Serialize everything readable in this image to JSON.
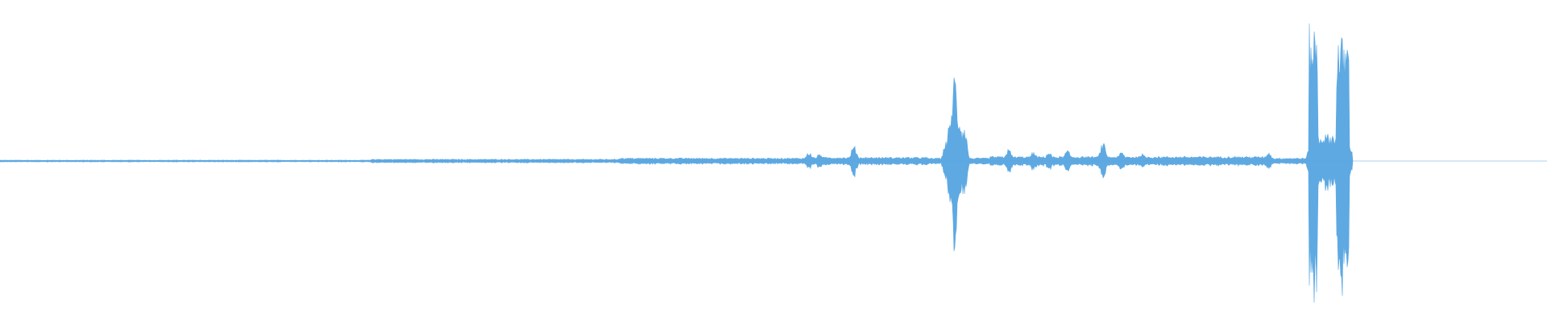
{
  "waveform": {
    "color": "#5ea9e2",
    "background": "#ffffff",
    "segments": [
      {
        "start": 0.0,
        "end": 0.24,
        "amp": 0.006
      },
      {
        "start": 0.24,
        "end": 0.4,
        "amp": 0.012
      },
      {
        "start": 0.4,
        "end": 0.52,
        "amp": 0.02
      },
      {
        "start": 0.52,
        "end": 0.6,
        "amp": 0.025
      },
      {
        "start": 0.6,
        "end": 0.64,
        "amp": 0.02
      },
      {
        "start": 0.64,
        "end": 0.7,
        "amp": 0.03
      },
      {
        "start": 0.7,
        "end": 0.82,
        "amp": 0.03
      },
      {
        "start": 0.82,
        "end": 0.846,
        "amp": 0.02
      },
      {
        "start": 0.846,
        "end": 0.852,
        "amp": 0.9
      },
      {
        "start": 0.852,
        "end": 0.864,
        "amp": 0.18
      },
      {
        "start": 0.864,
        "end": 0.872,
        "amp": 0.82
      },
      {
        "start": 0.872,
        "end": 0.874,
        "amp": 0.1
      }
    ],
    "bursts": [
      {
        "pos": 0.523,
        "amp": 0.06
      },
      {
        "pos": 0.53,
        "amp": 0.05
      },
      {
        "pos": 0.552,
        "amp": 0.1
      },
      {
        "pos": 0.612,
        "amp": 0.15
      },
      {
        "pos": 0.614,
        "amp": 0.25
      },
      {
        "pos": 0.617,
        "amp": 0.6
      },
      {
        "pos": 0.62,
        "amp": 0.32
      },
      {
        "pos": 0.623,
        "amp": 0.25
      },
      {
        "pos": 0.652,
        "amp": 0.08
      },
      {
        "pos": 0.668,
        "amp": 0.06
      },
      {
        "pos": 0.678,
        "amp": 0.06
      },
      {
        "pos": 0.69,
        "amp": 0.07
      },
      {
        "pos": 0.713,
        "amp": 0.12
      },
      {
        "pos": 0.725,
        "amp": 0.06
      },
      {
        "pos": 0.738,
        "amp": 0.05
      },
      {
        "pos": 0.82,
        "amp": 0.06
      },
      {
        "pos": 0.848,
        "amp": 0.2
      }
    ]
  }
}
